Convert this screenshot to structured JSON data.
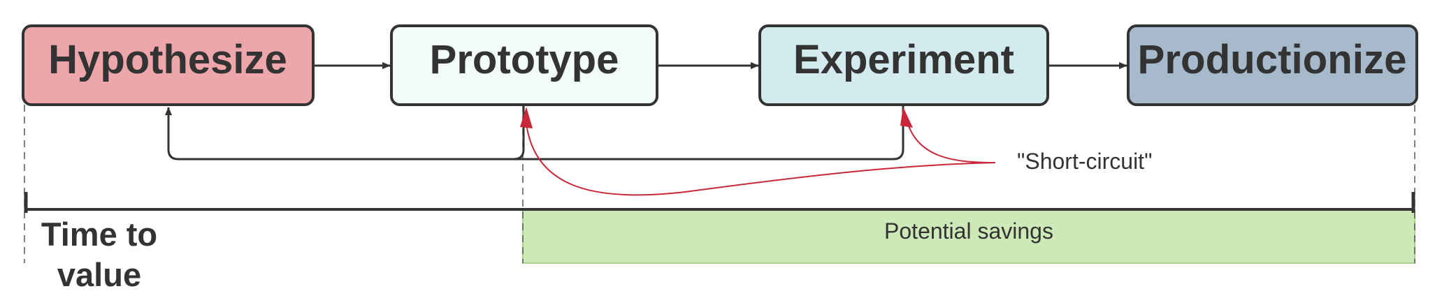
{
  "stages": [
    {
      "label": "Hypothesize",
      "fill": "#eda6aa"
    },
    {
      "label": "Prototype",
      "fill": "#f2fcf8"
    },
    {
      "label": "Experiment",
      "fill": "#d3ebef"
    },
    {
      "label": "Productionize",
      "fill": "#a7bacb"
    }
  ],
  "short_circuit_label": "\"Short-circuit\"",
  "savings_label": "Potential savings",
  "time_to_value": {
    "line1": "Time to",
    "line2": "value"
  },
  "colors": {
    "outline": "#333333",
    "short_circuit_arrow": "#c8273a",
    "savings_fill": "#cde9b7",
    "savings_border": "#a7d08a"
  }
}
